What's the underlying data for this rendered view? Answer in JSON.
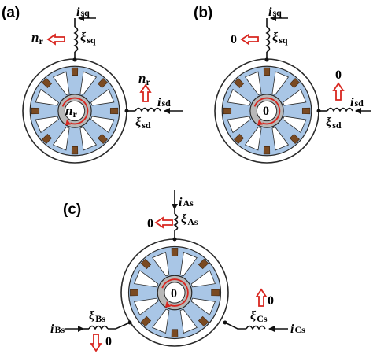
{
  "colors": {
    "stator_blue": "#a9c6e6",
    "rotor_gray": "#b8b8b8",
    "arrow_red": "#d8261f",
    "pole_brown": "#7a4a22",
    "slot_white": "#ffffff",
    "line": "#2a2a2a"
  },
  "panels": [
    {
      "label": "(a)",
      "current_q": {
        "main": "i",
        "sub": "sq"
      },
      "inductance_q": {
        "main": "ξ",
        "sub": "sq"
      },
      "speed_q": {
        "main": "n",
        "sub": "r"
      },
      "current_d": {
        "main": "i",
        "sub": "sd"
      },
      "inductance_d": {
        "main": "ξ",
        "sub": "sd"
      },
      "speed_d": {
        "main": "n",
        "sub": "r"
      },
      "rotor": {
        "main": "n",
        "sub": "r"
      }
    },
    {
      "label": "(b)",
      "current_q": {
        "main": "i",
        "sub": "sq"
      },
      "inductance_q": {
        "main": "ξ",
        "sub": "sq"
      },
      "speed_q": "0",
      "current_d": {
        "main": "i",
        "sub": "sd"
      },
      "inductance_d": {
        "main": "ξ",
        "sub": "sd"
      },
      "speed_d": "0",
      "rotor": "0"
    },
    {
      "label": "(c)",
      "current_a": {
        "main": "i",
        "sub": "As"
      },
      "inductance_a": {
        "main": "ξ",
        "sub": "As"
      },
      "speed_a": "0",
      "current_b": {
        "main": "i",
        "sub": "Bs"
      },
      "inductance_b": {
        "main": "ξ",
        "sub": "Bs"
      },
      "speed_b": "0",
      "current_c": {
        "main": "i",
        "sub": "Cs"
      },
      "inductance_c": {
        "main": "ξ",
        "sub": "Cs"
      },
      "speed_c": "0",
      "rotor": "0"
    }
  ]
}
